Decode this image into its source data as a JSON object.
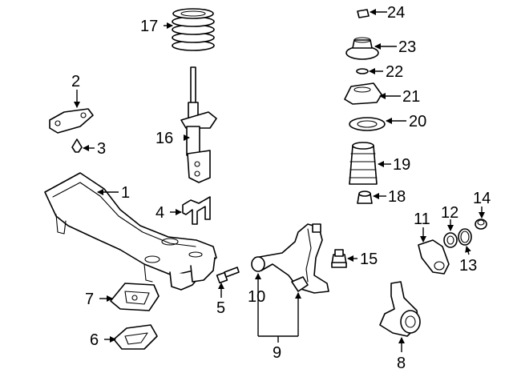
{
  "callouts": [
    {
      "id": "1",
      "label": "1"
    },
    {
      "id": "2",
      "label": "2"
    },
    {
      "id": "3",
      "label": "3"
    },
    {
      "id": "4",
      "label": "4"
    },
    {
      "id": "5",
      "label": "5"
    },
    {
      "id": "6",
      "label": "6"
    },
    {
      "id": "7",
      "label": "7"
    },
    {
      "id": "8",
      "label": "8"
    },
    {
      "id": "9",
      "label": "9"
    },
    {
      "id": "10",
      "label": "10"
    },
    {
      "id": "11",
      "label": "11"
    },
    {
      "id": "12",
      "label": "12"
    },
    {
      "id": "13",
      "label": "13"
    },
    {
      "id": "14",
      "label": "14"
    },
    {
      "id": "15",
      "label": "15"
    },
    {
      "id": "16",
      "label": "16"
    },
    {
      "id": "17",
      "label": "17"
    },
    {
      "id": "18",
      "label": "18"
    },
    {
      "id": "19",
      "label": "19"
    },
    {
      "id": "20",
      "label": "20"
    },
    {
      "id": "21",
      "label": "21"
    },
    {
      "id": "22",
      "label": "22"
    },
    {
      "id": "23",
      "label": "23"
    },
    {
      "id": "24",
      "label": "24"
    }
  ],
  "colors": {
    "ink": "#000000",
    "paper": "#ffffff"
  }
}
